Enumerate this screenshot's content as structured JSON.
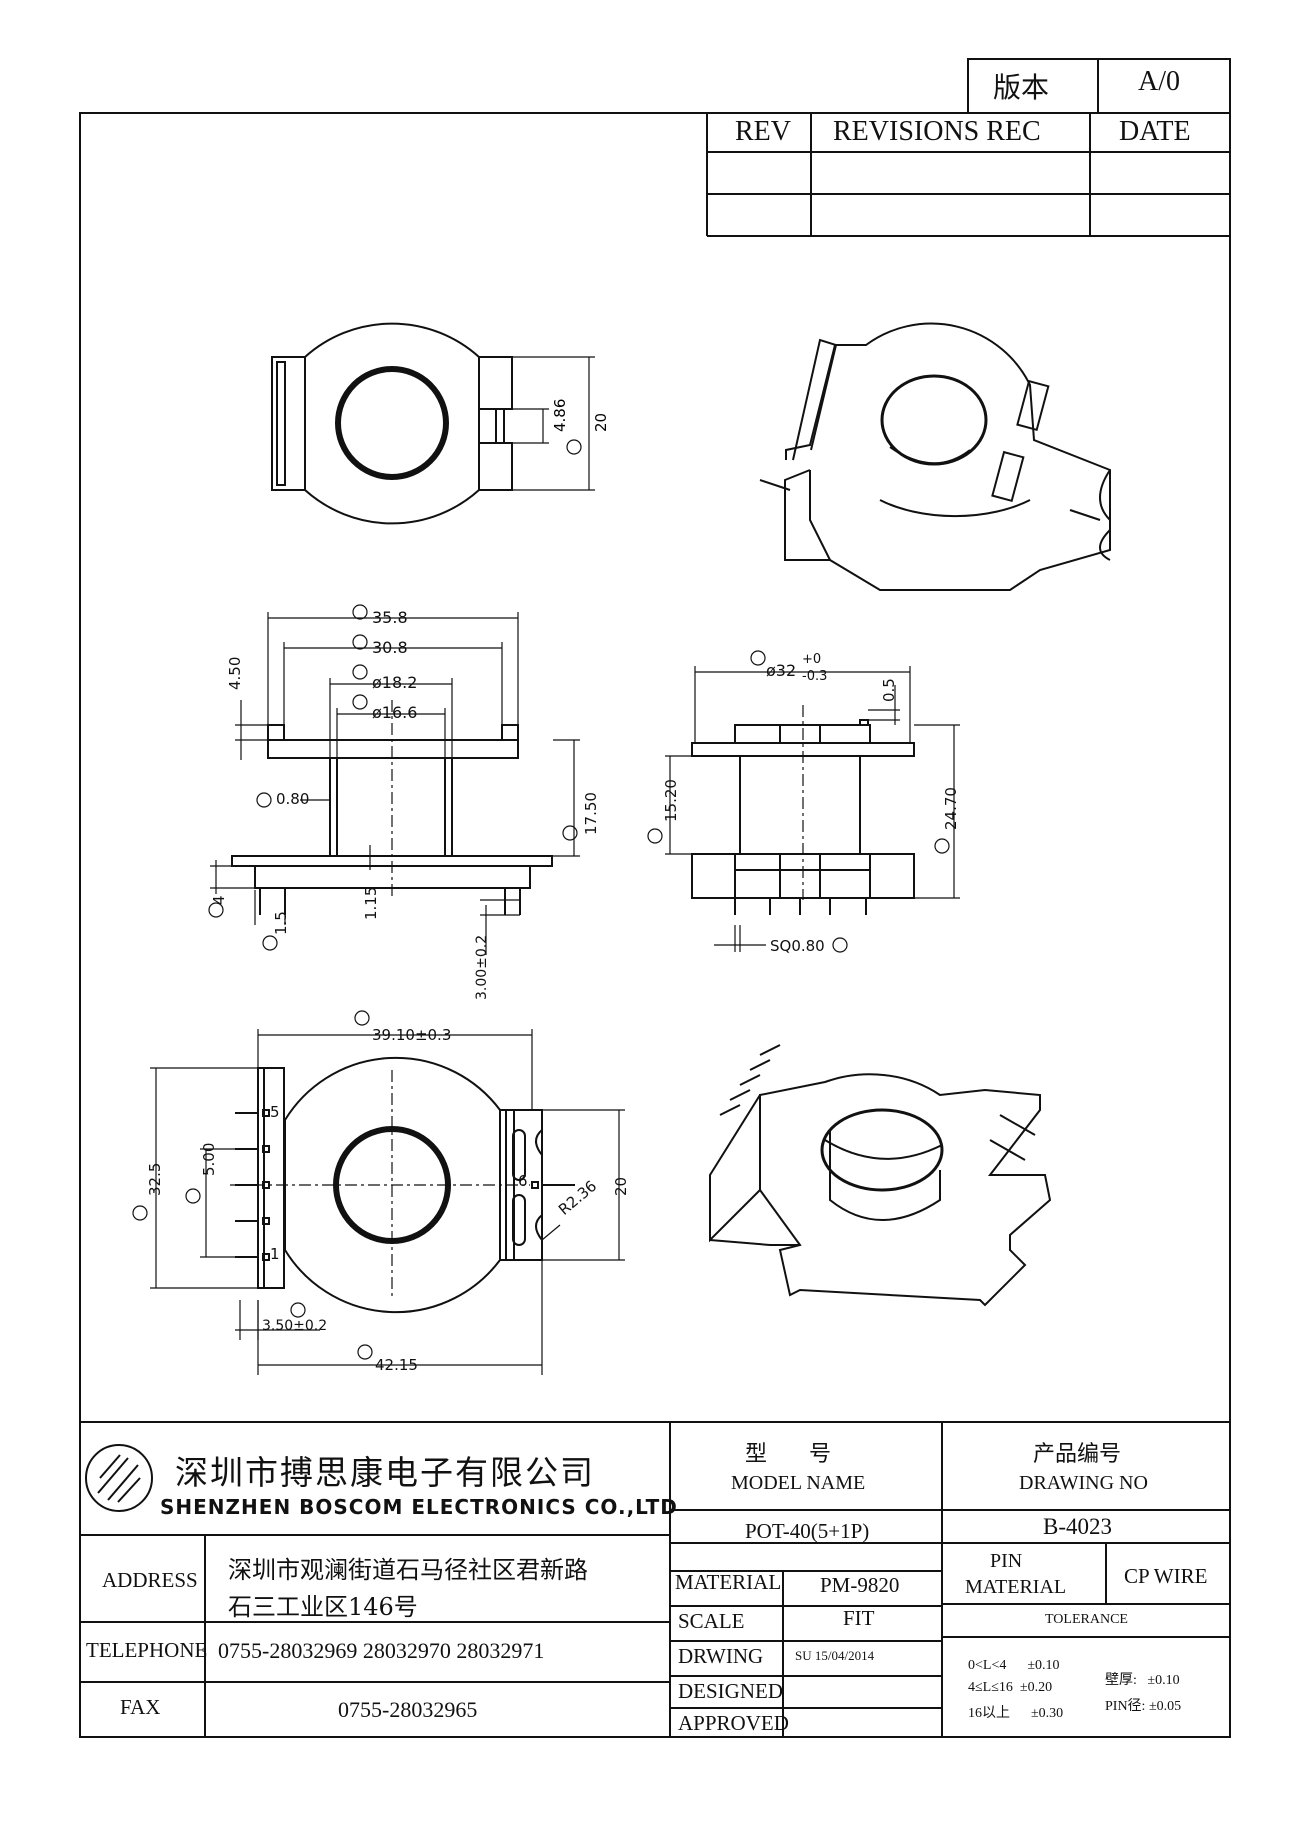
{
  "version_box": {
    "label": "版本",
    "value": "A/0"
  },
  "revision_table": {
    "headers": [
      "REV",
      "REVISIONS REC",
      "DATE"
    ]
  },
  "dimensions": {
    "A": "20",
    "A_gap": "4.86",
    "B": "35.8",
    "C": "30.8",
    "D": "ø18.2",
    "E": "ø16.6",
    "top_offset": "4.50",
    "F": "0.80",
    "G": "17.50",
    "H": "4",
    "I": "1.5",
    "base_thk": "1.15",
    "pin_len": "3.00±0.2",
    "N_val": "ø32",
    "N_tol_up": "+0",
    "N_tol_dn": "-0.3",
    "flange_gap": "0.5",
    "P": "15.20",
    "O": "24.70",
    "Q": "SQ0.80",
    "J": "39.10±0.3",
    "K": "32.5",
    "L": "5.00",
    "width20": "20",
    "R": "R2.36",
    "pitch": "3.50±0.2",
    "M": "42.15",
    "pin5": "5",
    "pin1": "1",
    "pin6": "6"
  },
  "title_block": {
    "company_cn": "深圳市搏思康电子有限公司",
    "company_en": "SHENZHEN BOSCOM ELECTRONICS CO.,LTD",
    "model_label_cn": "型      号",
    "model_label_en": "MODEL NAME",
    "drawing_label_cn": "产品编号",
    "drawing_label_en": "DRAWING NO",
    "model_name": "POT-40(5+1P)",
    "drawing_no": "B-4023",
    "address_label": "ADDRESS",
    "address_line1": "深圳市观澜街道石马径社区君新路",
    "address_line2": "石三工业区146号",
    "telephone_label": "TELEPHONE",
    "telephone": "0755-28032969 28032970 28032971",
    "fax_label": "FAX",
    "fax": "0755-28032965",
    "material_label": "MATERIAL",
    "material": "PM-9820",
    "pin_material_label1": "PIN",
    "pin_material_label2": "MATERIAL",
    "pin_material": "CP WIRE",
    "scale_label": "SCALE",
    "scale": "FIT",
    "tolerance_label": "TOLERANCE",
    "drwing_label": "DRWING",
    "drwing": "SU 15/04/2014",
    "designed_label": "DESIGNED",
    "approved_label": "APPROVED",
    "tol_1": "0<L<4      ±0.10",
    "tol_2": "4≤L≤16  ±0.20",
    "tol_3": "16以上      ±0.30",
    "tol_wall": "壁厚:   ±0.10",
    "tol_pin": "PIN径: ±0.05"
  }
}
